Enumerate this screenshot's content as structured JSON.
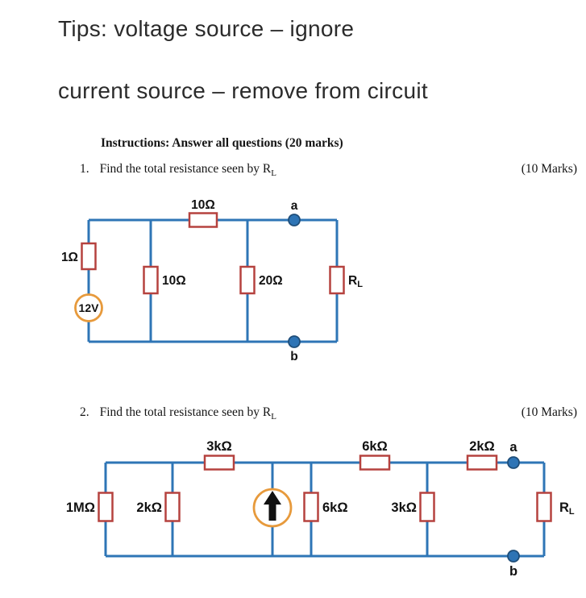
{
  "tips": {
    "line1": "Tips: voltage source – ignore",
    "line2": "current source – remove from circuit"
  },
  "instructions": "Instructions: Answer all questions (20 marks)",
  "questions": [
    {
      "number": "1.",
      "text": "Find the total resistance seen by R",
      "sub": "L",
      "marks": "(10 Marks)"
    },
    {
      "number": "2.",
      "text": "Find the total resistance seen by R",
      "sub": "L",
      "marks": "(10 Marks)"
    }
  ],
  "colors": {
    "wire": "#2E75B6",
    "resistor_outline": "#B5423F",
    "source_ring_orange": "#E79A3C",
    "terminal_fill": "#2E74B5",
    "terminal_stroke": "#1F4E79",
    "label_text": "#111111"
  },
  "circuit1": {
    "resistor_series_top": "10Ω",
    "resistor_left": "1Ω",
    "voltage_source": "12V",
    "resistor_shunt1": "10Ω",
    "resistor_shunt2": "20Ω",
    "load_main": "R",
    "load_sub": "L",
    "terminal_a": "a",
    "terminal_b": "b",
    "source_icon": "voltage-source-circle"
  },
  "circuit2": {
    "resistor_shunt_left": "1MΩ",
    "resistor_shunt_2k": "2kΩ",
    "resistor_top_1": "3kΩ",
    "resistor_shunt_6k": "6kΩ",
    "resistor_top_2": "6kΩ",
    "resistor_shunt_3k": "3kΩ",
    "resistor_top_3": "2kΩ",
    "load_main": "R",
    "load_sub": "L",
    "terminal_a": "a",
    "terminal_b": "b",
    "source_icon": "current-source-up-arrow"
  }
}
